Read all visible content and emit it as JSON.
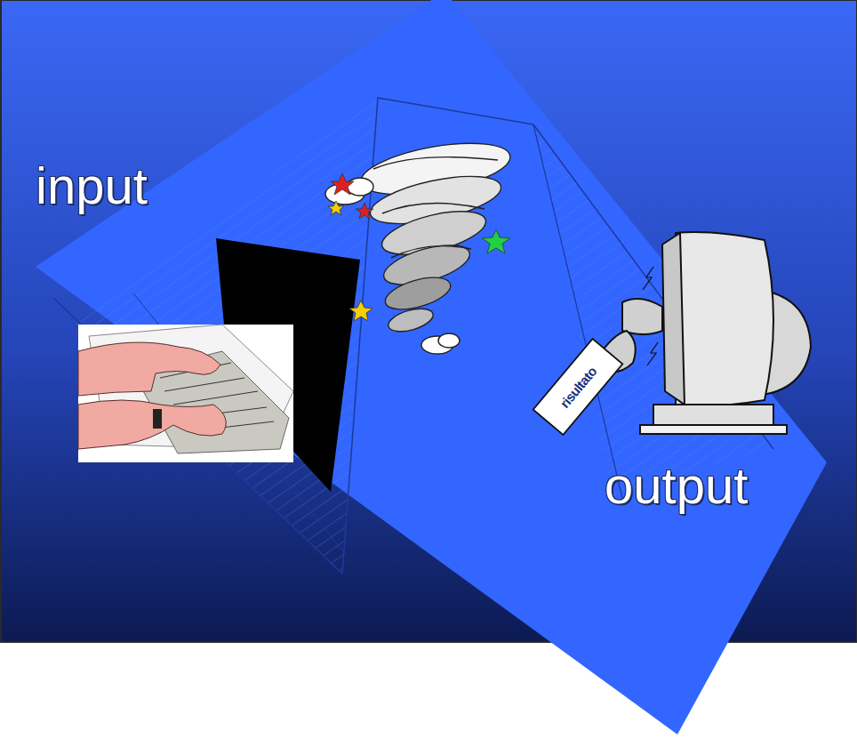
{
  "diagram": {
    "labels": [
      "input",
      "output",
      "risultato"
    ]
  }
}
